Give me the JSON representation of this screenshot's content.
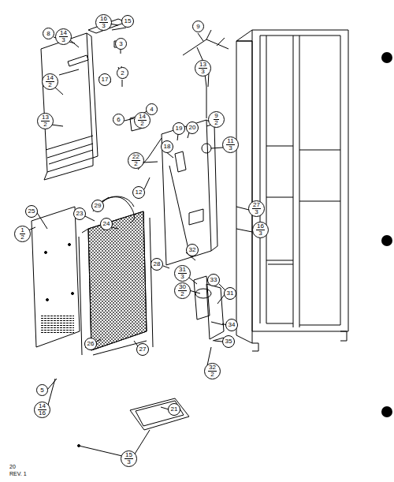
{
  "diagram": {
    "nodes": [
      {
        "text": [
          "8"
        ]
      },
      {
        "text": [
          "14",
          "3"
        ]
      },
      {
        "text": [
          "16",
          "3"
        ]
      },
      {
        "text": [
          "15"
        ]
      },
      {
        "text": [
          "3"
        ]
      },
      {
        "text": [
          "9"
        ]
      },
      {
        "text": [
          "13",
          "3"
        ]
      },
      {
        "text": [
          "2"
        ]
      },
      {
        "text": [
          "14",
          "2"
        ]
      },
      {
        "text": [
          "17"
        ]
      },
      {
        "text": [
          "4"
        ]
      },
      {
        "text": [
          "14",
          "2"
        ]
      },
      {
        "text": [
          "13",
          "2"
        ]
      },
      {
        "text": [
          "6"
        ]
      },
      {
        "text": [
          "9",
          "2"
        ]
      },
      {
        "text": [
          "20"
        ]
      },
      {
        "text": [
          "19"
        ]
      },
      {
        "text": [
          "11",
          "3"
        ]
      },
      {
        "text": [
          "18"
        ]
      },
      {
        "text": [
          "22",
          "2"
        ]
      },
      {
        "text": [
          "12"
        ]
      },
      {
        "text": [
          "29"
        ]
      },
      {
        "text": [
          "27",
          "3"
        ]
      },
      {
        "text": [
          "25"
        ]
      },
      {
        "text": [
          "23"
        ]
      },
      {
        "text": [
          "24"
        ]
      },
      {
        "text": [
          "16",
          "3"
        ]
      },
      {
        "text": [
          "1",
          "2"
        ]
      },
      {
        "text": [
          "32"
        ]
      },
      {
        "text": [
          "28"
        ]
      },
      {
        "text": [
          "31",
          "3"
        ]
      },
      {
        "text": [
          "30",
          "2"
        ]
      },
      {
        "text": [
          "33"
        ]
      },
      {
        "text": [
          "31"
        ]
      },
      {
        "text": [
          "34"
        ]
      },
      {
        "text": [
          "35"
        ]
      },
      {
        "text": [
          "26"
        ]
      },
      {
        "text": [
          "27"
        ]
      },
      {
        "text": [
          "32",
          "2"
        ]
      },
      {
        "text": [
          "5"
        ]
      },
      {
        "text": [
          "14",
          "16"
        ]
      },
      {
        "text": [
          "21"
        ]
      },
      {
        "text": [
          "15",
          "3"
        ]
      }
    ],
    "labels": [
      "20",
      "REV. 1"
    ]
  }
}
